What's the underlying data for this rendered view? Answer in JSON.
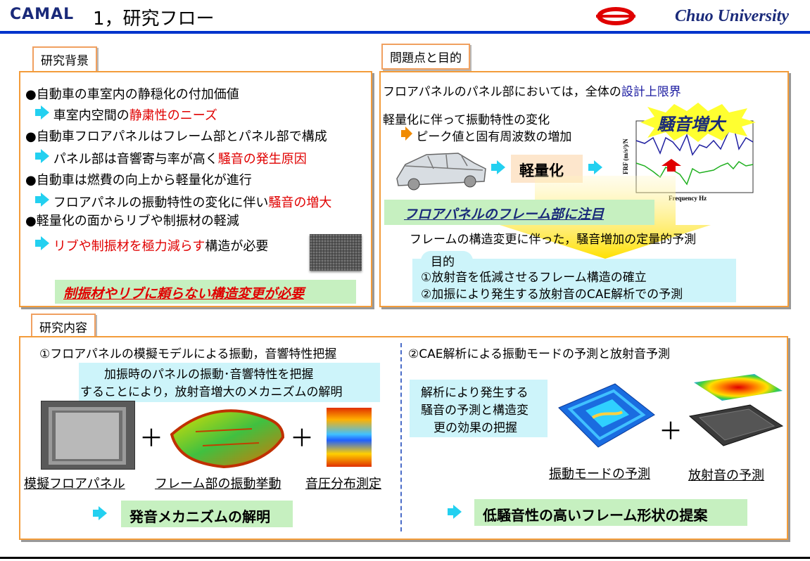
{
  "header": {
    "logo": "CAMAL",
    "title": "1，研究フロー",
    "university": "Chuo University"
  },
  "background": {
    "tag": "研究背景",
    "b1": "●自動車の車室内の静穏化の付加価値",
    "b1_sub_pre": "車室内空間の",
    "b1_sub_red": "静粛性のニーズ",
    "b2": "●自動車フロアパネルはフレーム部とパネル部で構成",
    "b2_sub_pre": "パネル部は音響寄与率が高く",
    "b2_sub_red": "騒音の発生原因",
    "b3": "●自動車は燃費の向上から軽量化が進行",
    "b3_sub_pre": "フロアパネルの振動特性の変化に伴い",
    "b3_sub_red": "騒音の増大",
    "b4": "●軽量化の面からリブや制振材の軽減",
    "b4_sub_red": "リブや制振材を極力減らす",
    "b4_sub_post": "構造が必要",
    "conclusion": "制振材やリブに頼らない構造変更が必要"
  },
  "problem": {
    "tag": "問題点と目的",
    "line1_pre": "フロアパネルのパネル部においては，全体の",
    "line1_blue": "設計上限界",
    "line2": "軽量化に伴って振動特性の変化",
    "line3": "ピーク値と固有周波数の増加",
    "lightweight": "軽量化",
    "noise_up": "騒音増大",
    "graph_ylabel": "FRF (m/s²)/N",
    "graph_xlabel": "Frequency Hz",
    "focus": "フロアパネルのフレーム部に注目",
    "predict": "フレームの構造変更に伴った，騒音増加の定量的予測",
    "purpose_label": "目的",
    "purpose1": "①放射音を低減させるフレーム構造の確立",
    "purpose2": "②加振により発生する放射音のCAE解析での予測"
  },
  "research": {
    "tag": "研究内容",
    "left_title": "①フロアパネルの模擬モデルによる振動，音響特性把握",
    "left_desc1": "加振時のパネルの振動･音響特性を把握",
    "left_desc2": "することにより，放射音増大のメカニズムの解明",
    "cap1": "模擬フロアパネル",
    "cap2": "フレーム部の振動挙動",
    "cap3": "音圧分布測定",
    "left_result": "発音メカニズムの解明",
    "right_title": "②CAE解析による振動モードの予測と放射音予測",
    "right_desc1": "解析により発生する",
    "right_desc2": "騒音の予測と構造変",
    "right_desc3": "更の効果の把握",
    "cap4": "振動モードの予測",
    "cap5": "放射音の予測",
    "right_result": "低騒音性の高いフレーム形状の提案",
    "plus": "＋"
  },
  "colors": {
    "accent_blue": "#0033cc",
    "box_border": "#f39c3a",
    "red_text": "#e00000",
    "cyan_arrow": "#23d0f0",
    "green_band": "#c6f0c0"
  }
}
